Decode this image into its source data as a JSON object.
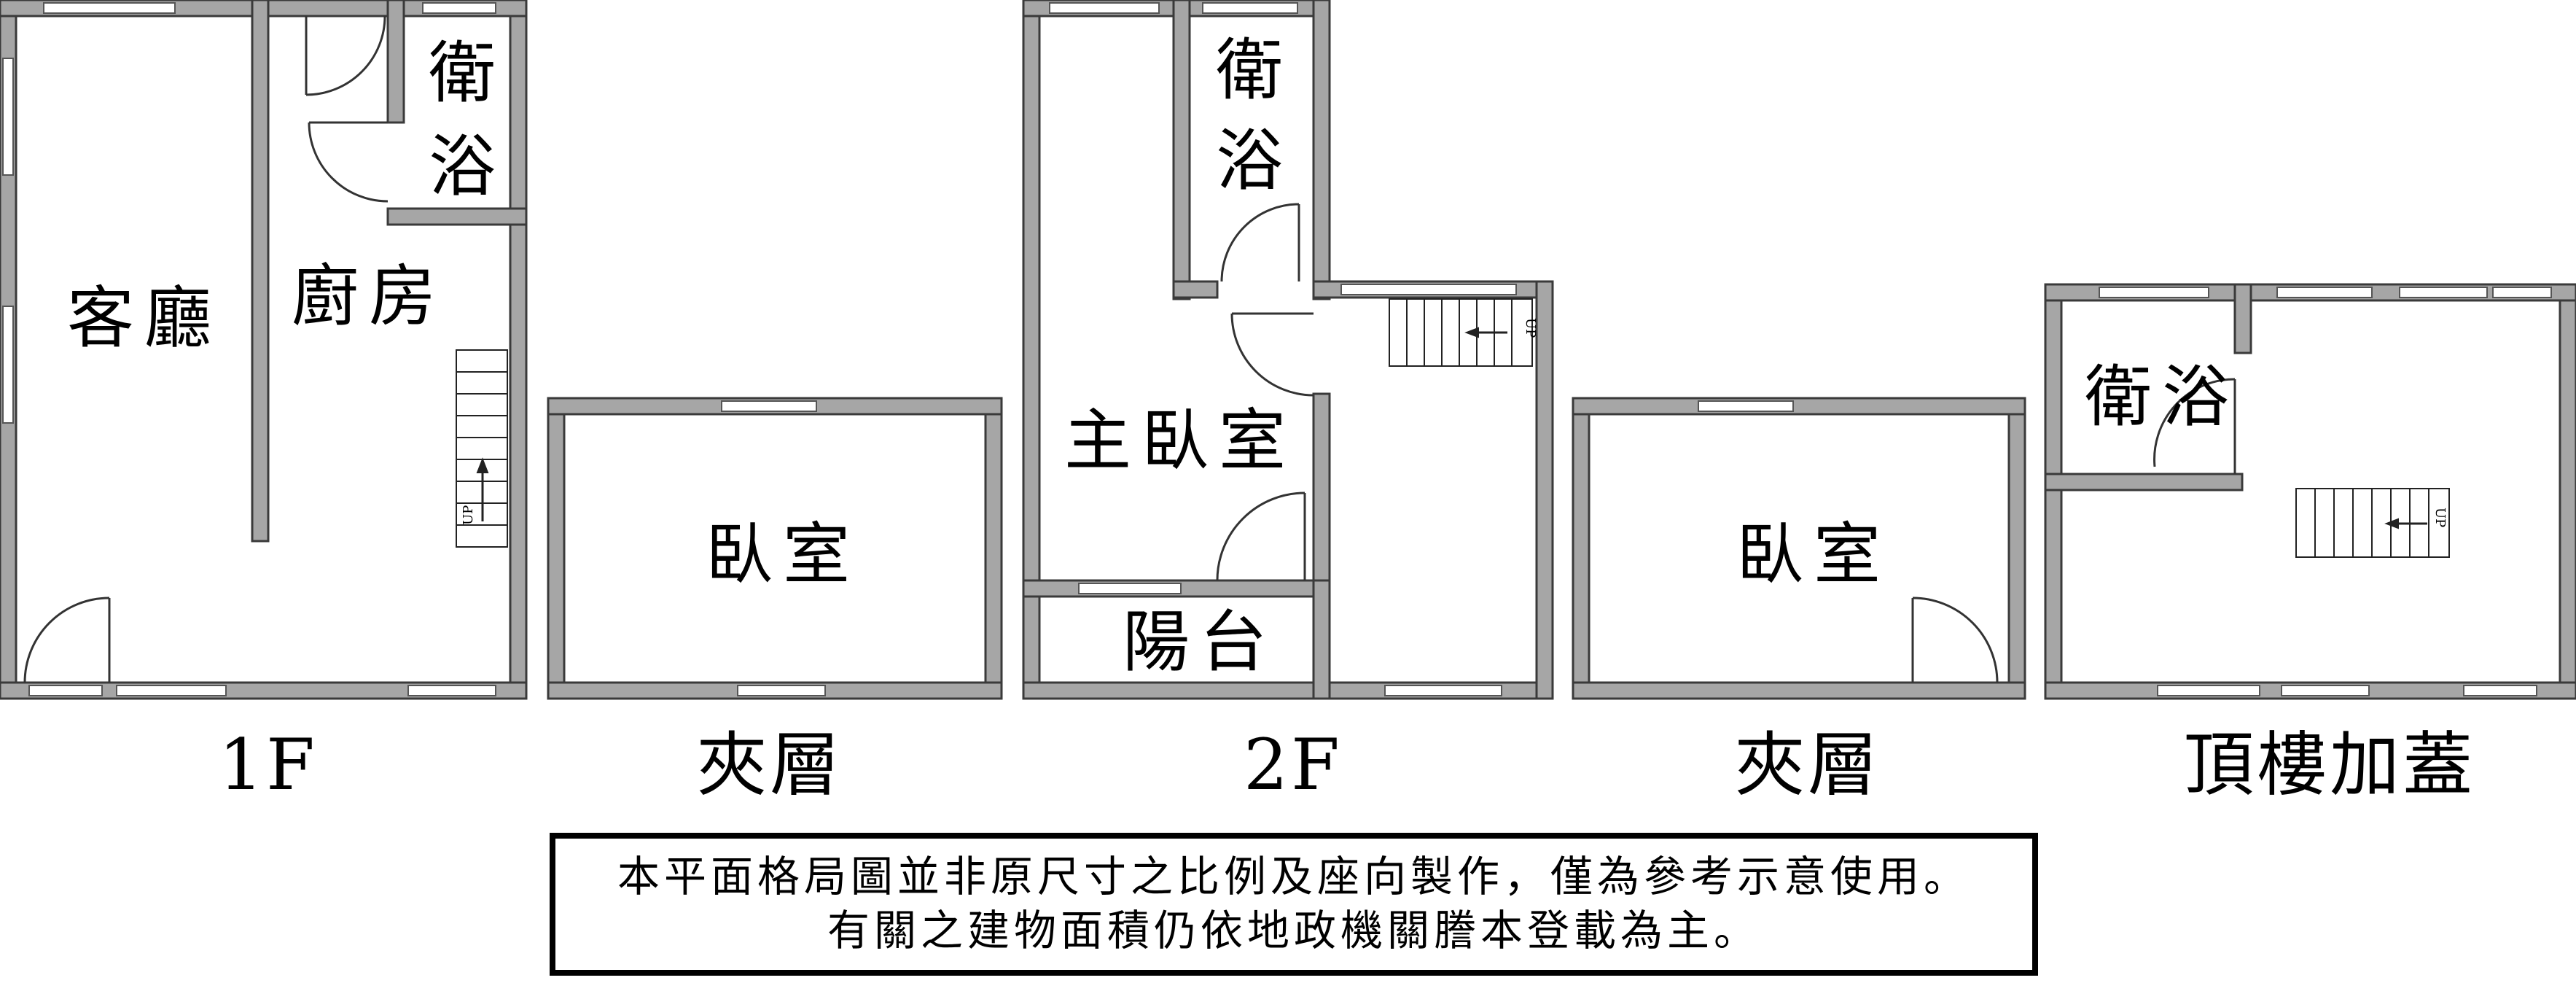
{
  "floors": [
    {
      "label": "1F",
      "rooms": {
        "bath": [
          "衛",
          "浴"
        ],
        "living": "客廳",
        "kitchen": "廚房"
      },
      "stair": "UP"
    },
    {
      "label": "夾層",
      "rooms": {
        "bedroom": "臥室"
      }
    },
    {
      "label": "2F",
      "rooms": {
        "bath": [
          "衛",
          "浴"
        ],
        "master": "主臥室",
        "balcony": "陽台"
      },
      "stair": "UP"
    },
    {
      "label": "夾層",
      "rooms": {
        "bedroom": "臥室"
      }
    },
    {
      "label": "頂樓加蓋",
      "rooms": {
        "bath": "衛浴"
      },
      "stair": "UP"
    }
  ],
  "notice": {
    "line1": "本平面格局圖並非原尺寸之比例及座向製作，僅為參考示意使用。",
    "line2": "有關之建物面積仍依地政機關謄本登載為主。"
  },
  "colors": {
    "wall_fill": "#a6a6a6",
    "wall_edge": "#3a3a3a",
    "ink": "#000000"
  }
}
